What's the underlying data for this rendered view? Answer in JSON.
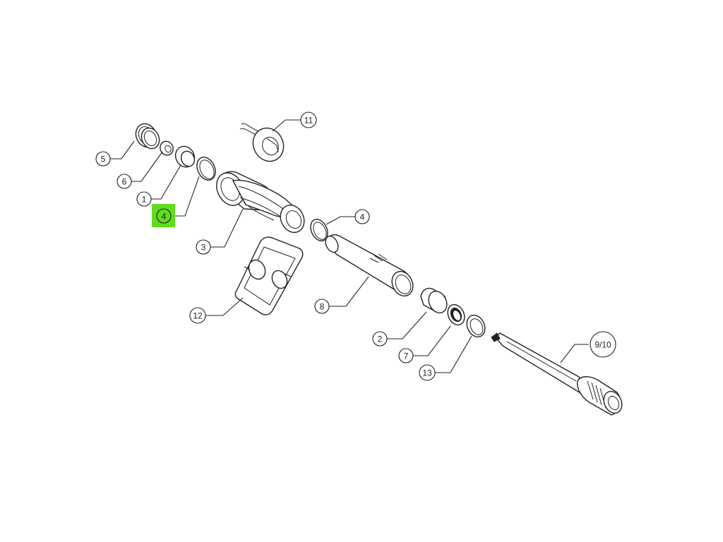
{
  "highlight_color": "#5fdc1d",
  "callouts": {
    "c1": "1",
    "c2": "2",
    "c3": "3",
    "c4a": "4",
    "c4b": "4",
    "c5": "5",
    "c6": "6",
    "c7": "7",
    "c8": "8",
    "c9": "9/10",
    "c11": "11",
    "c12": "12",
    "c13": "13"
  }
}
